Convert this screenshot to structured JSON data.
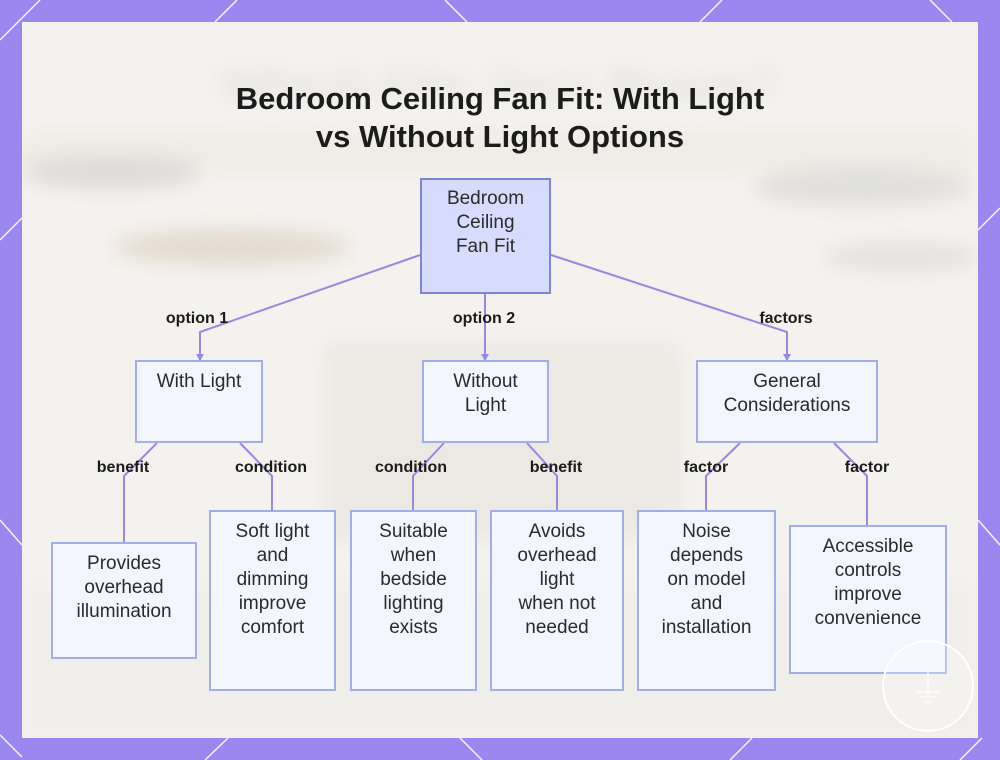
{
  "title": {
    "line1": "Bedroom Ceiling Fan Fit: With Light",
    "line2": "vs Without Light Options"
  },
  "colors": {
    "frame": "#9b87f0",
    "edge": "#9b87e0",
    "node_fill": "#f3f5ff",
    "node_border": "#a3aee6",
    "root_fill": "#d7dcff",
    "root_border": "#7b86d6"
  },
  "nodes": {
    "root": [
      "Bedroom",
      "Ceiling",
      "Fan Fit"
    ],
    "with_light": [
      "With Light"
    ],
    "without_light": [
      "Without",
      "Light"
    ],
    "general": [
      "General",
      "Considerations"
    ],
    "provides": [
      "Provides",
      "overhead",
      "illumination"
    ],
    "soft_light": [
      "Soft light",
      "and",
      "dimming",
      "improve",
      "comfort"
    ],
    "suitable": [
      "Suitable",
      "when",
      "bedside",
      "lighting",
      "exists"
    ],
    "avoids": [
      "Avoids",
      "overhead",
      "light",
      "when not",
      "needed"
    ],
    "noise": [
      "Noise",
      "depends",
      "on model",
      "and",
      "installation"
    ],
    "accessible": [
      "Accessible",
      "controls",
      "improve",
      "convenience"
    ]
  },
  "edge_labels": {
    "option1": "option 1",
    "option2": "option 2",
    "factors": "factors",
    "benefit1": "benefit",
    "condition1": "condition",
    "condition2": "condition",
    "benefit2": "benefit",
    "factor1": "factor",
    "factor2": "factor"
  }
}
